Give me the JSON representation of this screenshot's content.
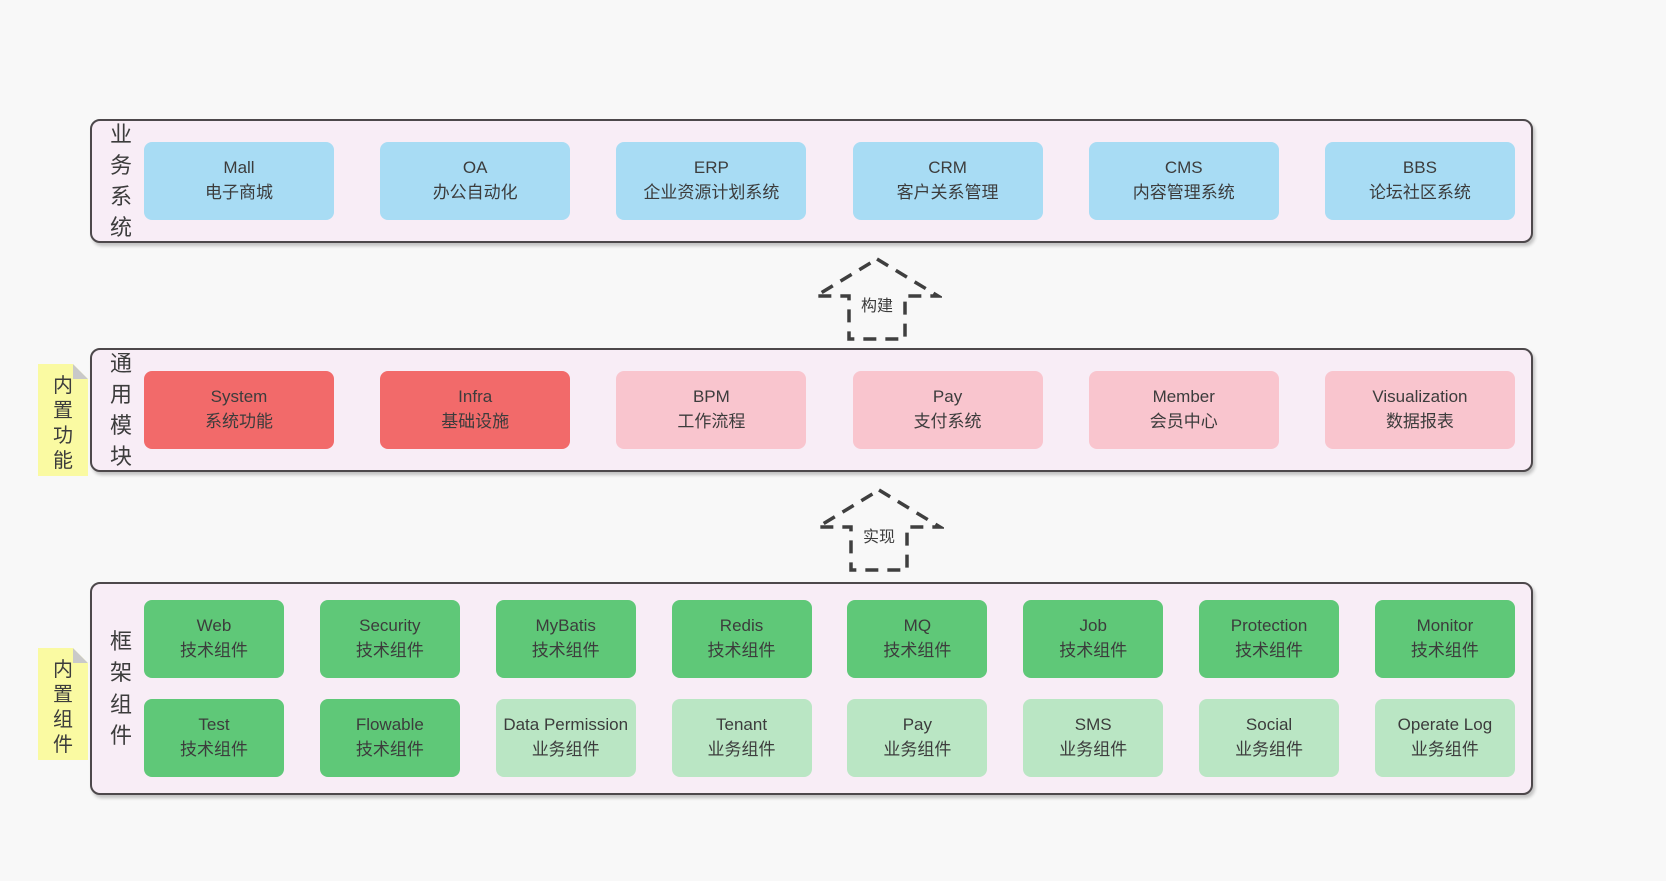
{
  "colors": {
    "page_bg": "#f8f8f8",
    "panel_bg": "#f8edf6",
    "panel_border": "#4d484b",
    "blue_box": "#a8dcf4",
    "red_box": "#f26a6a",
    "pink_box": "#f9c5ce",
    "green_box": "#5fc878",
    "light_green_box": "#bae6c4",
    "note_yellow": "#fafaa2",
    "text": "#3c3c3c"
  },
  "arrows": [
    {
      "label": "构建"
    },
    {
      "label": "实现"
    }
  ],
  "layers": {
    "business": {
      "label": "业务系统",
      "items": [
        {
          "name": "Mall",
          "desc": "电子商城"
        },
        {
          "name": "OA",
          "desc": "办公自动化"
        },
        {
          "name": "ERP",
          "desc": "企业资源计划系统"
        },
        {
          "name": "CRM",
          "desc": "客户关系管理"
        },
        {
          "name": "CMS",
          "desc": "内容管理系统"
        },
        {
          "name": "BBS",
          "desc": "论坛社区系统"
        }
      ]
    },
    "modules": {
      "label": "通用模块",
      "note": "内置功能",
      "items": [
        {
          "name": "System",
          "desc": "系统功能",
          "variant": "red"
        },
        {
          "name": "Infra",
          "desc": "基础设施",
          "variant": "red"
        },
        {
          "name": "BPM",
          "desc": "工作流程",
          "variant": "pink"
        },
        {
          "name": "Pay",
          "desc": "支付系统",
          "variant": "pink"
        },
        {
          "name": "Member",
          "desc": "会员中心",
          "variant": "pink"
        },
        {
          "name": "Visualization",
          "desc": "数据报表",
          "variant": "pink"
        }
      ]
    },
    "components": {
      "label": "框架组件",
      "note": "内置组件",
      "row1": [
        {
          "name": "Web",
          "desc": "技术组件",
          "variant": "green"
        },
        {
          "name": "Security",
          "desc": "技术组件",
          "variant": "green"
        },
        {
          "name": "MyBatis",
          "desc": "技术组件",
          "variant": "green"
        },
        {
          "name": "Redis",
          "desc": "技术组件",
          "variant": "green"
        },
        {
          "name": "MQ",
          "desc": "技术组件",
          "variant": "green"
        },
        {
          "name": "Job",
          "desc": "技术组件",
          "variant": "green"
        },
        {
          "name": "Protection",
          "desc": "技术组件",
          "variant": "green"
        },
        {
          "name": "Monitor",
          "desc": "技术组件",
          "variant": "green"
        }
      ],
      "row2": [
        {
          "name": "Test",
          "desc": "技术组件",
          "variant": "green"
        },
        {
          "name": "Flowable",
          "desc": "技术组件",
          "variant": "green"
        },
        {
          "name": "Data Permission",
          "desc": "业务组件",
          "variant": "lightgreen"
        },
        {
          "name": "Tenant",
          "desc": "业务组件",
          "variant": "lightgreen"
        },
        {
          "name": "Pay",
          "desc": "业务组件",
          "variant": "lightgreen"
        },
        {
          "name": "SMS",
          "desc": "业务组件",
          "variant": "lightgreen"
        },
        {
          "name": "Social",
          "desc": "业务组件",
          "variant": "lightgreen"
        },
        {
          "name": "Operate Log",
          "desc": "业务组件",
          "variant": "lightgreen"
        }
      ]
    }
  }
}
